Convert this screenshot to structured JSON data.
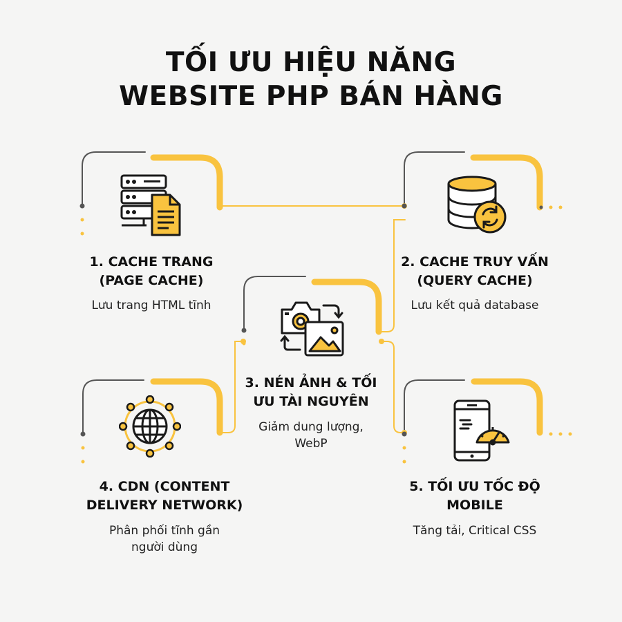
{
  "title": {
    "line1": "TỐI ƯU HIỆU NĂNG",
    "line2": "WEBSITE PHP BÁN HÀNG"
  },
  "colors": {
    "accent": "#f9c33f",
    "line": "#555555",
    "text": "#111111"
  },
  "items": [
    {
      "heading1": "1. CACHE TRANG",
      "heading2": "(PAGE CACHE)",
      "desc1": "Lưu trang HTML tĩnh",
      "desc2": "",
      "icon": "server-document-icon"
    },
    {
      "heading1": "2. CACHE TRUY VẤN",
      "heading2": "(QUERY CACHE)",
      "desc1": "Lưu kết quả database",
      "desc2": "",
      "icon": "database-refresh-icon"
    },
    {
      "heading1": "3. NÉN ẢNH & TỐI",
      "heading2": "ƯU TÀI NGUYÊN",
      "desc1": "Giảm dung lượng,",
      "desc2": "WebP",
      "icon": "camera-image-icon"
    },
    {
      "heading1": "4. CDN (CONTENT",
      "heading2": "DELIVERY NETWORK)",
      "desc1": "Phân phối tĩnh gần",
      "desc2": "người dùng",
      "icon": "globe-network-icon"
    },
    {
      "heading1": "5. TỐI ƯU TỐC ĐỘ",
      "heading2": "MOBILE",
      "desc1": "Tăng tải, Critical CSS",
      "desc2": "",
      "icon": "mobile-speed-icon"
    }
  ]
}
